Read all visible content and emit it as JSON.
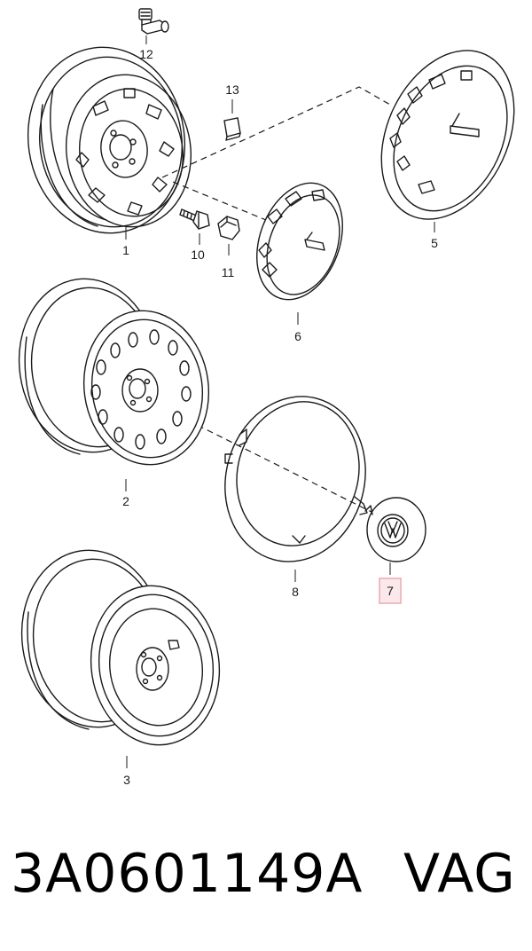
{
  "labels": {
    "p1": "1",
    "p2": "2",
    "p3": "3",
    "p5": "5",
    "p6": "6",
    "p7": "7",
    "p8": "8",
    "p10": "10",
    "p11": "11",
    "p12": "12",
    "p13": "13"
  },
  "highlight_color": "#e8a6ae",
  "footer": {
    "part_number": "3A0601149A",
    "brand": "VAG"
  }
}
